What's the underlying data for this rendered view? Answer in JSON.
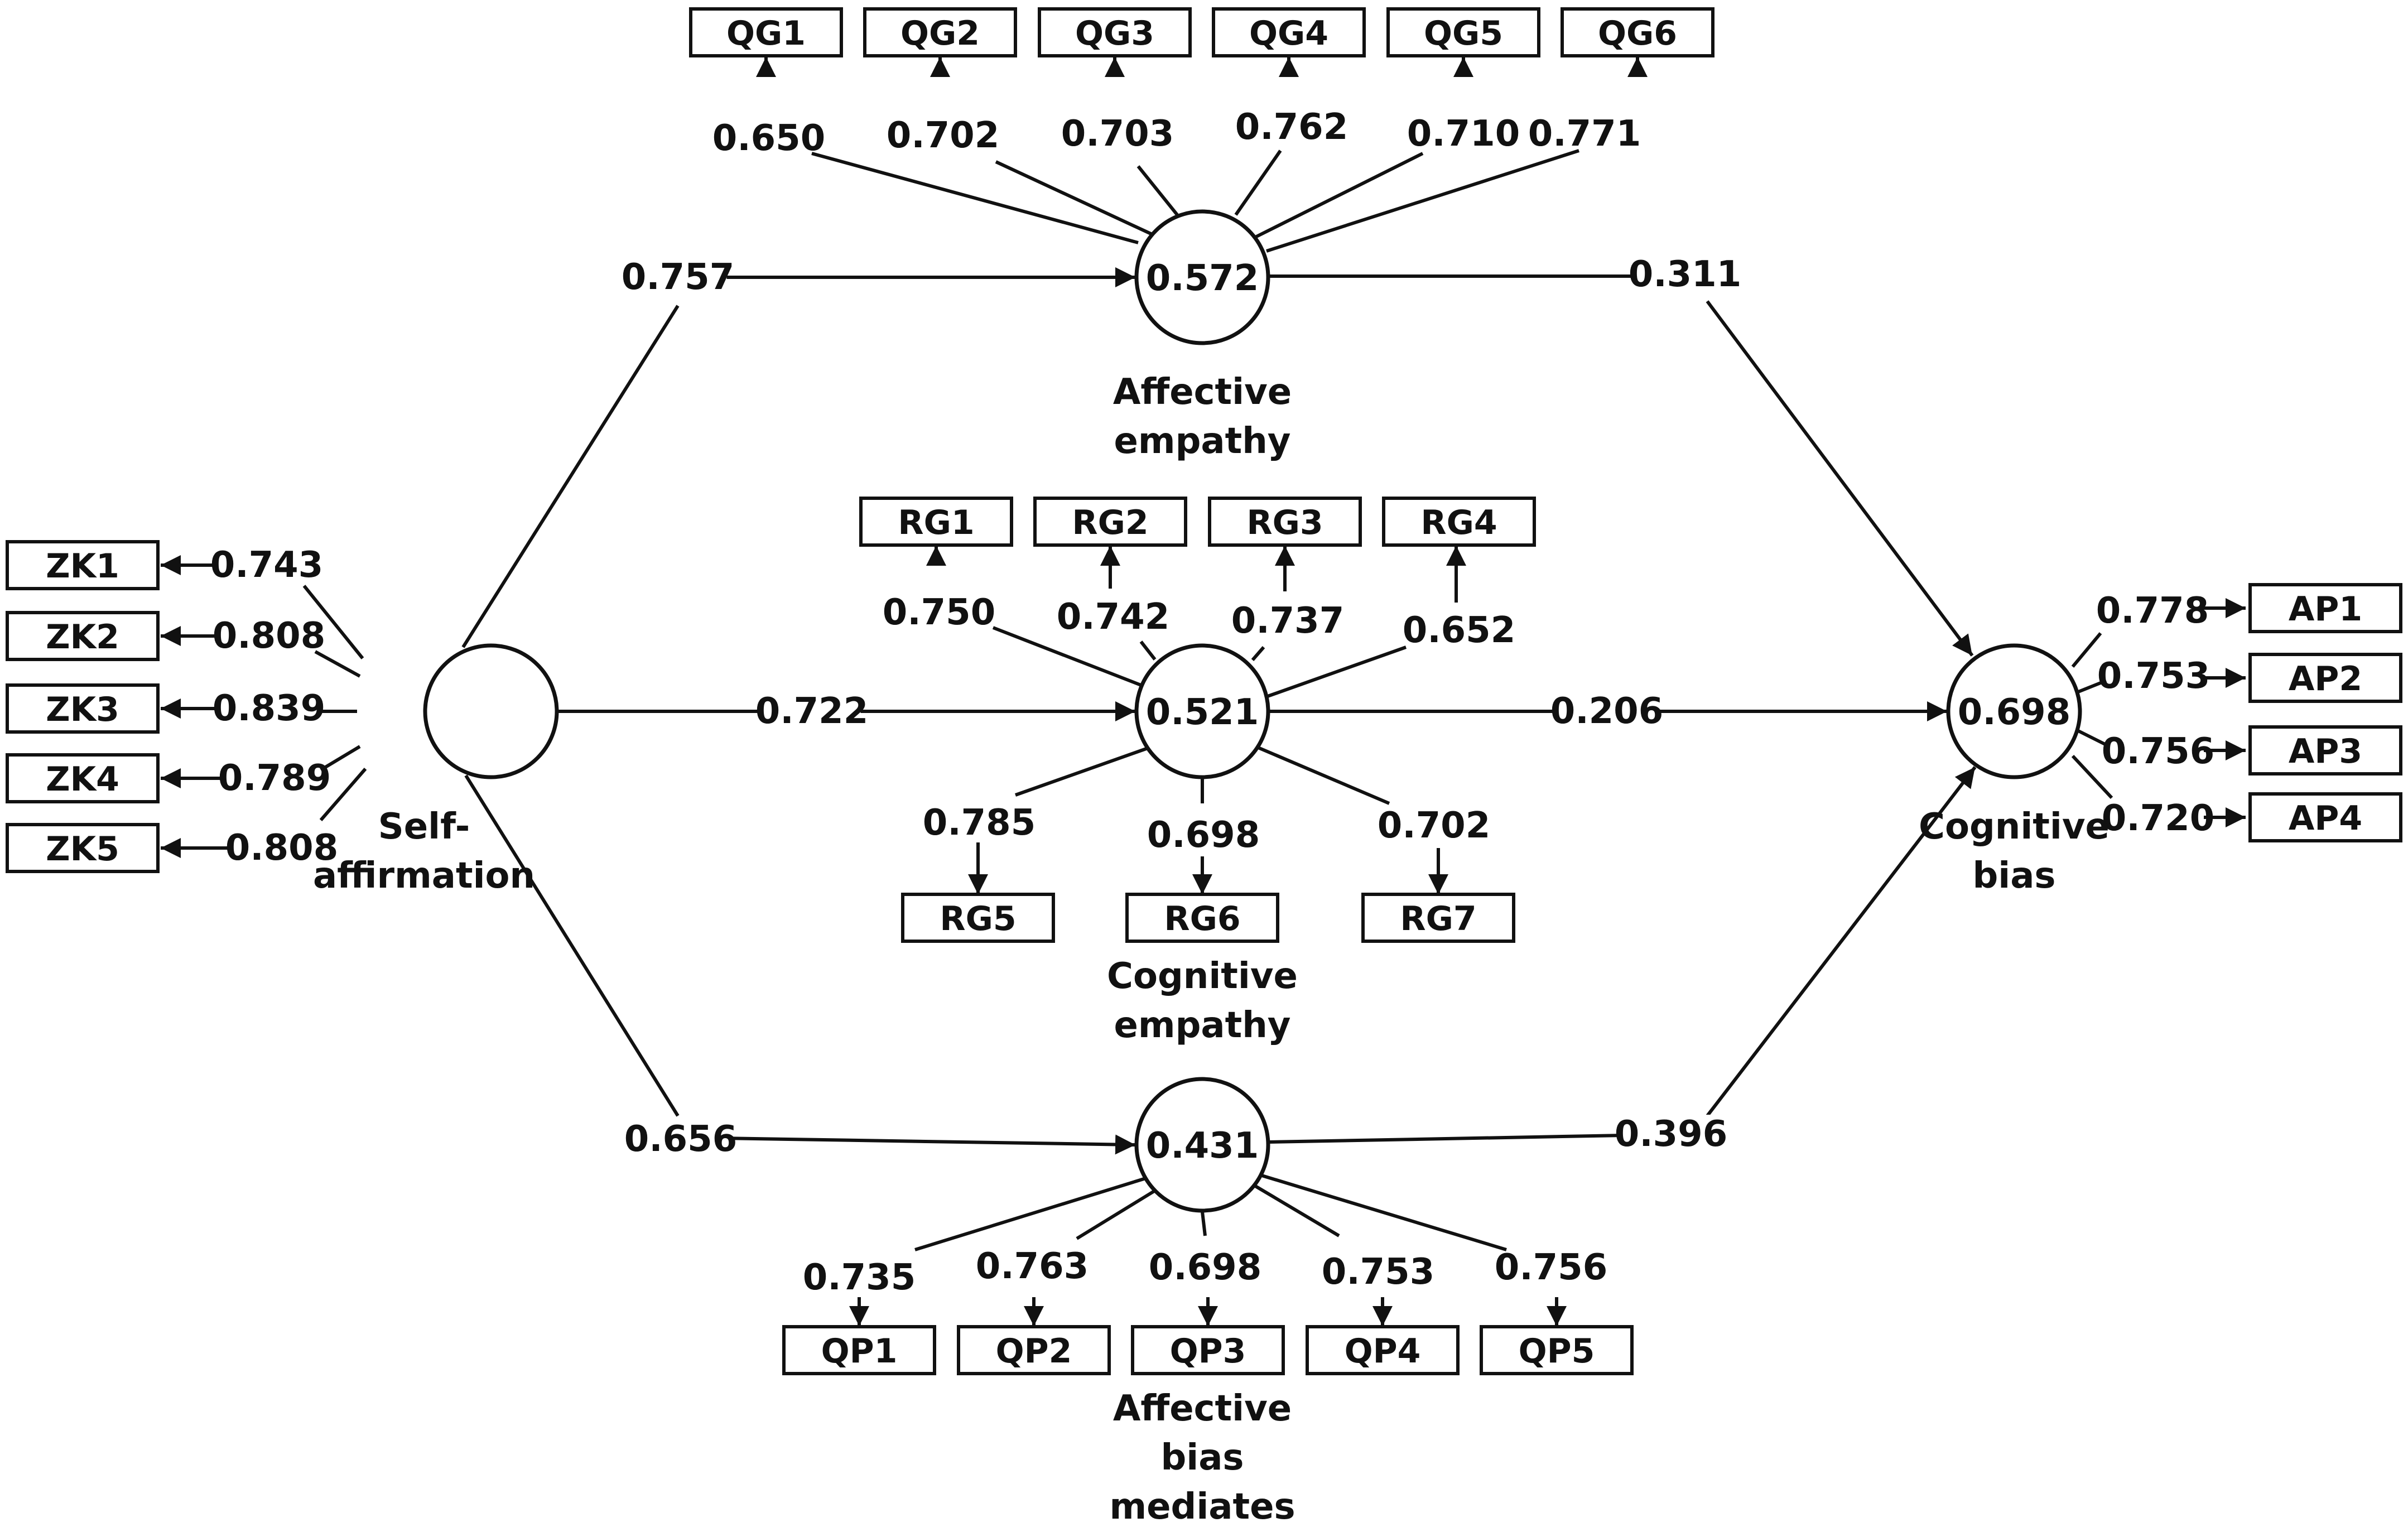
{
  "constructs": {
    "self_affirmation": {
      "label_lines": [
        "Self-",
        "affirmation"
      ],
      "r2": ""
    },
    "affective_empathy": {
      "label_lines": [
        "Affective",
        "empathy"
      ],
      "r2": "0.572"
    },
    "cognitive_empathy": {
      "label_lines": [
        "Cognitive",
        "empathy"
      ],
      "r2": "0.521"
    },
    "affective_bias": {
      "label_lines": [
        "Affective",
        "bias",
        "mediates"
      ],
      "r2": "0.431"
    },
    "cognitive_bias": {
      "label_lines": [
        "Cognitive",
        "bias"
      ],
      "r2": "0.698"
    }
  },
  "paths": [
    {
      "from": "self_affirmation",
      "to": "affective_empathy",
      "value": "0.757"
    },
    {
      "from": "self_affirmation",
      "to": "cognitive_empathy",
      "value": "0.722"
    },
    {
      "from": "self_affirmation",
      "to": "affective_bias",
      "value": "0.656"
    },
    {
      "from": "affective_empathy",
      "to": "cognitive_bias",
      "value": "0.311"
    },
    {
      "from": "cognitive_empathy",
      "to": "cognitive_bias",
      "value": "0.206"
    },
    {
      "from": "affective_bias",
      "to": "cognitive_bias",
      "value": "0.396"
    }
  ],
  "indicators": {
    "ZK": [
      {
        "name": "ZK1",
        "loading": "0.743"
      },
      {
        "name": "ZK2",
        "loading": "0.808"
      },
      {
        "name": "ZK3",
        "loading": "0.839"
      },
      {
        "name": "ZK4",
        "loading": "0.789"
      },
      {
        "name": "ZK5",
        "loading": "0.808"
      }
    ],
    "QG": [
      {
        "name": "QG1",
        "loading": "0.650"
      },
      {
        "name": "QG2",
        "loading": "0.702"
      },
      {
        "name": "QG3",
        "loading": "0.703"
      },
      {
        "name": "QG4",
        "loading": "0.762"
      },
      {
        "name": "QG5",
        "loading": "0.710"
      },
      {
        "name": "QG6",
        "loading": "0.771"
      }
    ],
    "RG": [
      {
        "name": "RG1",
        "loading": "0.750"
      },
      {
        "name": "RG2",
        "loading": "0.742"
      },
      {
        "name": "RG3",
        "loading": "0.737"
      },
      {
        "name": "RG4",
        "loading": "0.652"
      },
      {
        "name": "RG5",
        "loading": "0.785"
      },
      {
        "name": "RG6",
        "loading": "0.698"
      },
      {
        "name": "RG7",
        "loading": "0.702"
      }
    ],
    "QP": [
      {
        "name": "QP1",
        "loading": "0.735"
      },
      {
        "name": "QP2",
        "loading": "0.763"
      },
      {
        "name": "QP3",
        "loading": "0.698"
      },
      {
        "name": "QP4",
        "loading": "0.753"
      },
      {
        "name": "QP5",
        "loading": "0.756"
      }
    ],
    "AP": [
      {
        "name": "AP1",
        "loading": "0.778"
      },
      {
        "name": "AP2",
        "loading": "0.753"
      },
      {
        "name": "AP3",
        "loading": "0.756"
      },
      {
        "name": "AP4",
        "loading": "0.720"
      }
    ]
  }
}
